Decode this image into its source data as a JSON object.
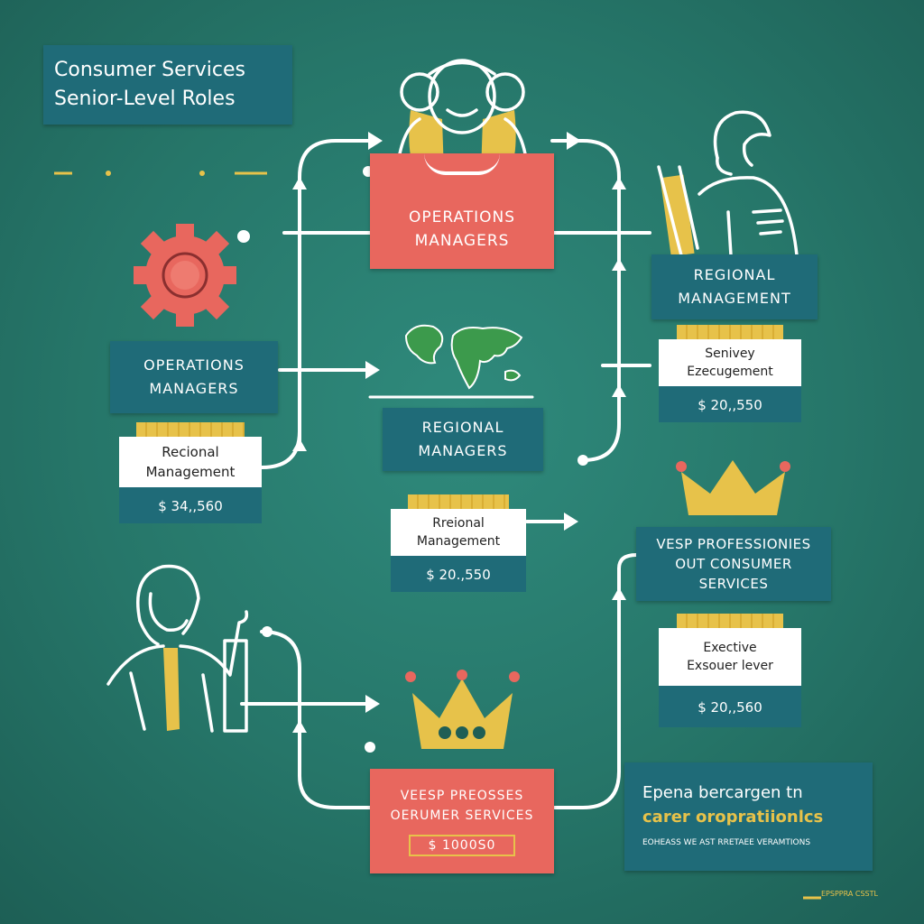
{
  "title": {
    "line1": "Consumer Services",
    "line2": "Senior-Level Roles"
  },
  "top_center": {
    "line1": "OPERATIONS",
    "line2": "MANAGERS"
  },
  "left_mid": {
    "line1": "OPERATIONS",
    "line2": "MANAGERS"
  },
  "left_card": {
    "line1": "Recional",
    "line2": "Management",
    "price": "$ 34,,560"
  },
  "center_mid": {
    "line1": "REGIONAL",
    "line2": "MANAGERS"
  },
  "center_card": {
    "line1": "Rreional",
    "line2": "Management",
    "price": "$ 20.,550"
  },
  "right_top": {
    "line1": "REGIONAL",
    "line2": "MANAGEMENT"
  },
  "right_card": {
    "line1": "Senivey",
    "line2": "Ezecugement",
    "price": "$ 20,,550"
  },
  "right_mid": {
    "line1": "VESP PROFESSIONIES",
    "line2": "OUT CONSUMER",
    "line3": "SERVICES"
  },
  "right_card2": {
    "line1": "Exective",
    "line2": "Exsouer lever",
    "price": "$ 20,,560"
  },
  "bottom_center": {
    "line1": "VEESP PREOSSES",
    "line2": "OERUMER SERVICES",
    "price": "$ 1000S0"
  },
  "bottom_right": {
    "line1": "Epena bercargen tn",
    "line2": "carer oropratiionlcs",
    "line3": "EOHEASS WE AST RRETAEE VERAMTIONS"
  },
  "footer_mark": "EPSPPRA CSSTL",
  "colors": {
    "background": "#267669",
    "teal_box": "#1f6b78",
    "coral": "#e8675e",
    "gold": "#e7c24a",
    "line": "#ffffff"
  },
  "icons": [
    "team-icon",
    "gear-icon",
    "world-map-icon",
    "person-presenting-icon",
    "crown-icon",
    "crown-icon",
    "businesswoman-icon"
  ]
}
